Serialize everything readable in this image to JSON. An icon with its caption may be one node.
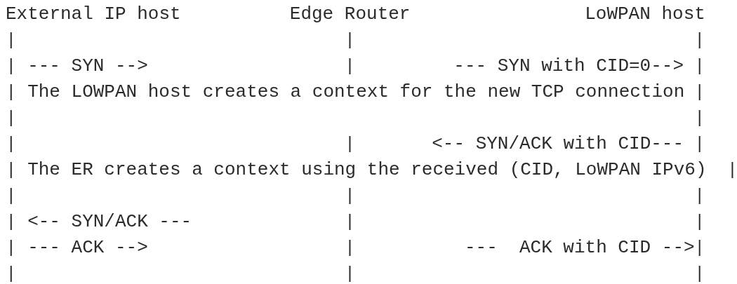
{
  "diagram": {
    "labels": [
      "External IP host",
      "Edge Router",
      "LoWPAN host",
      "--- SYN -->",
      "--- SYN with CID=0-->",
      "The LOWPAN host creates a context for the new TCP connection",
      "<-- SYN/ACK with CID---",
      "The ER creates a context using the received (CID, LoWPAN IPv6)",
      "<-- SYN/ACK ---",
      "--- ACK -->",
      "---  ACK with CID -->"
    ]
  }
}
